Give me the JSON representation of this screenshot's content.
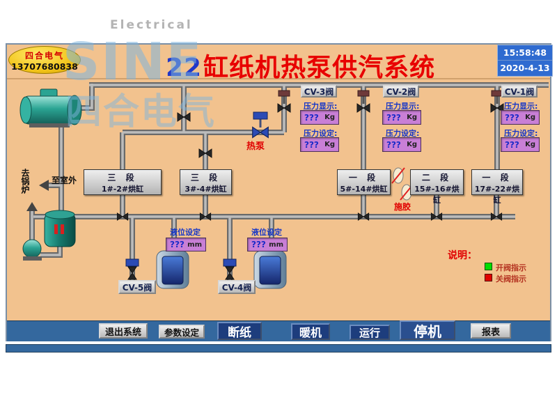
{
  "page": {
    "electrical": "Electrical"
  },
  "watermark": {
    "brand": "SINE",
    "cn": "四合电气"
  },
  "header": {
    "badge": {
      "company": "四合电气",
      "phone": "13707680838"
    },
    "title": {
      "prefix": "22",
      "main": "缸纸机热泵供汽系统"
    },
    "clock": {
      "time": "15:58:48",
      "date": "2020-4-13"
    }
  },
  "cv": {
    "cv3": {
      "button": "CV-3阀",
      "display_label": "压力显示:",
      "display_value": "???",
      "display_unit": "Kg",
      "set_label": "压力设定:",
      "set_value": "???",
      "set_unit": "Kg"
    },
    "cv2": {
      "button": "CV-2阀",
      "display_label": "压力显示:",
      "display_value": "???",
      "display_unit": "Kg",
      "set_label": "压力设定:",
      "set_value": "???",
      "set_unit": "Kg"
    },
    "cv1": {
      "button": "CV-1阀",
      "display_label": "压力显示:",
      "display_value": "???",
      "display_unit": "Kg",
      "set_label": "压力设定:",
      "set_value": "???",
      "set_unit": "Kg"
    }
  },
  "levels": {
    "left": {
      "label": "液位设定",
      "value": "???",
      "unit": "mm",
      "button": "CV-5阀"
    },
    "right": {
      "label": "液位设定",
      "value": "???",
      "unit": "mm",
      "button": "CV-4阀"
    }
  },
  "sections": {
    "s1": {
      "stage": "三  段",
      "range": "1#-2#烘缸"
    },
    "s2": {
      "stage": "三  段",
      "range": "3#-4#烘缸"
    },
    "s3": {
      "stage": "一  段",
      "range": "5#-14#烘缸"
    },
    "s4": {
      "stage": "二  段",
      "range": "15#-16#烘缸"
    },
    "s5": {
      "stage": "一  段",
      "range": "17#-22#烘缸"
    }
  },
  "labels": {
    "heat_pump": "热泵",
    "to_outdoor": "至室外",
    "to_boiler": "去锅炉",
    "sizing": "施胶",
    "legend_title": "说明：",
    "legend_open": "开阀指示",
    "legend_close": "关阀指示"
  },
  "toolbar": {
    "exit": "退出系统",
    "params": "参数设定",
    "brk": "断纸",
    "warmup": "暖机",
    "run": "运行",
    "stop": "停机",
    "report": "报表"
  },
  "colors": {
    "scene_bg": "#f2c28e",
    "value_box": "#c97fd6",
    "toolbar_bg": "#34689e",
    "open_indicator": "#00dd00",
    "close_indicator": "#e00000",
    "title_red": "#e80000"
  }
}
